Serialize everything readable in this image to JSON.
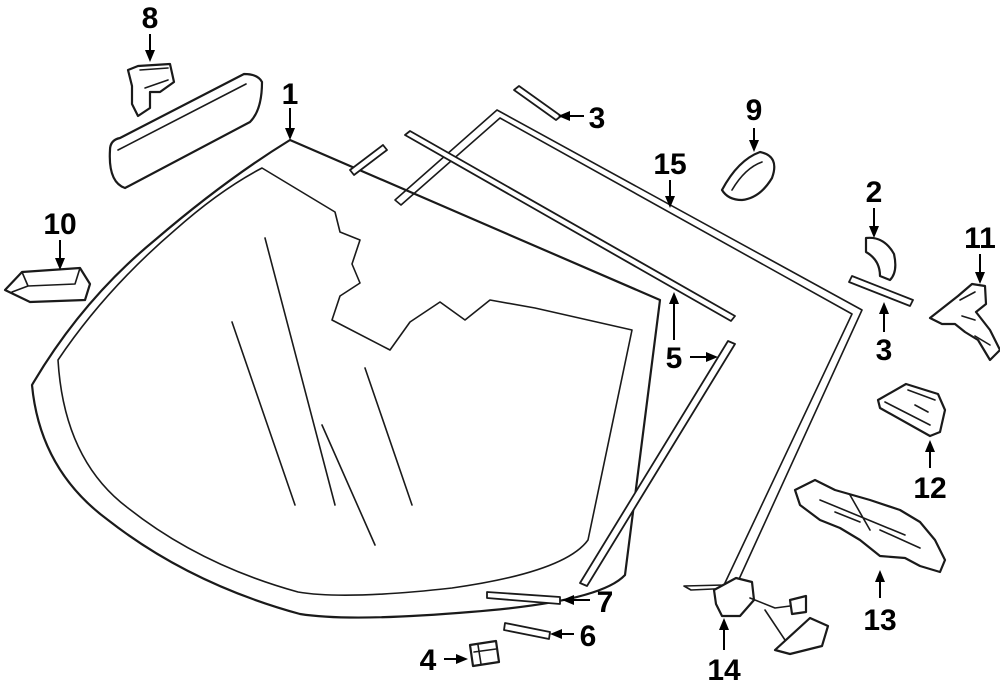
{
  "diagram": {
    "callouts": {
      "c1": "1",
      "c2": "2",
      "c3a": "3",
      "c3b": "3",
      "c4": "4",
      "c5": "5",
      "c6": "6",
      "c7": "7",
      "c8": "8",
      "c9": "9",
      "c10": "10",
      "c11": "11",
      "c12": "12",
      "c13": "13",
      "c14": "14",
      "c15": "15"
    }
  }
}
